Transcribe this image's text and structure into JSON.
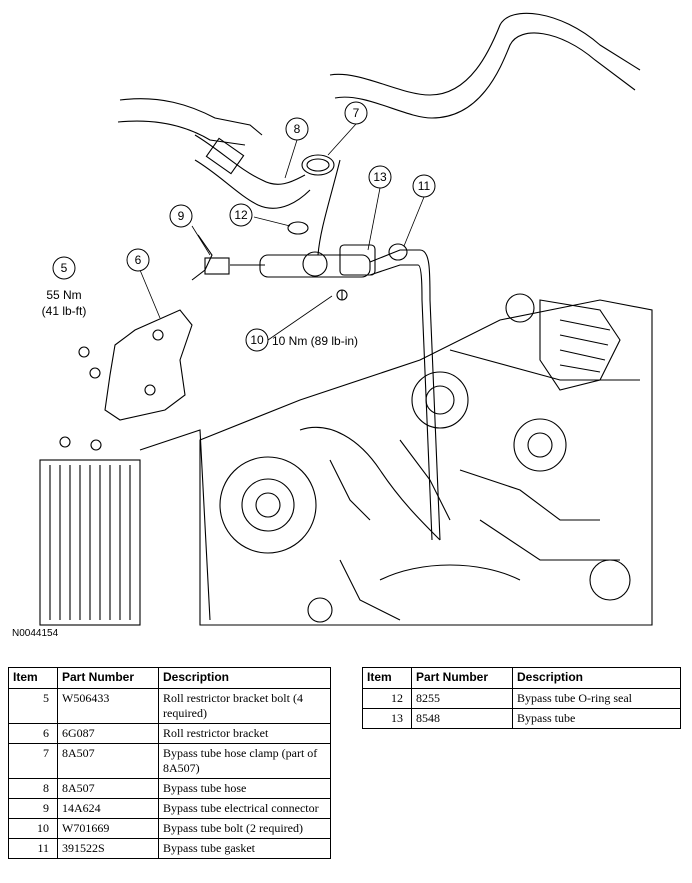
{
  "figure": {
    "id": "N0044154",
    "callouts": [
      "5",
      "6",
      "7",
      "8",
      "9",
      "10",
      "11",
      "12",
      "13"
    ],
    "torque_specs": {
      "item5_line1": "55 Nm",
      "item5_line2": "(41 lb-ft)",
      "item10": "10 Nm (89 lb-in)"
    }
  },
  "table_left": {
    "headers": [
      "Item",
      "Part Number",
      "Description"
    ],
    "rows": [
      [
        "5",
        "W506433",
        "Roll restrictor bracket bolt (4 required)"
      ],
      [
        "6",
        "6G087",
        "Roll restrictor bracket"
      ],
      [
        "7",
        "8A507",
        "Bypass tube hose clamp (part of 8A507)"
      ],
      [
        "8",
        "8A507",
        "Bypass tube hose"
      ],
      [
        "9",
        "14A624",
        "Bypass tube electrical connector"
      ],
      [
        "10",
        "W701669",
        "Bypass tube bolt (2 required)"
      ],
      [
        "11",
        "391522S",
        "Bypass tube gasket"
      ]
    ]
  },
  "table_right": {
    "headers": [
      "Item",
      "Part Number",
      "Description"
    ],
    "rows": [
      [
        "12",
        "8255",
        "Bypass tube O-ring seal"
      ],
      [
        "13",
        "8548",
        "Bypass tube"
      ]
    ]
  }
}
